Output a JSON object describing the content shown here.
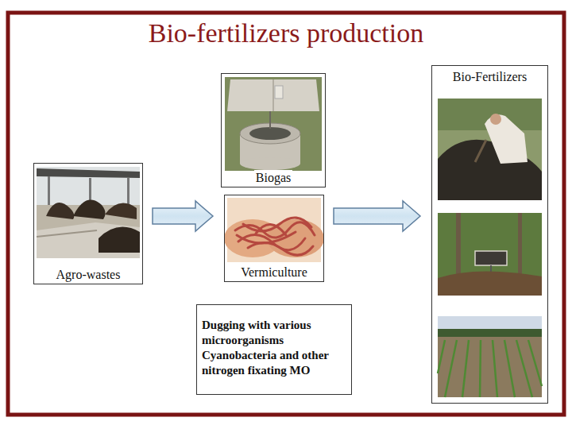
{
  "diagram": {
    "title": "Bio-fertilizers production",
    "nodes": [
      {
        "text": [
          "Agro-wastes"
        ]
      },
      {
        "text": [
          "Biogas"
        ]
      },
      {
        "text": [
          "Vermiculture"
        ]
      },
      {
        "text": [
          "Dugging with various microorganisms Cyanobacteria and other nitrogen fixating MO"
        ]
      },
      {
        "text": [
          "Bio-Fertilizers"
        ]
      }
    ],
    "edges": [
      {
        "from": 0,
        "to": 2,
        "arrow": "to"
      },
      {
        "from": 2,
        "to": 4,
        "arrow": "to"
      }
    ]
  }
}
